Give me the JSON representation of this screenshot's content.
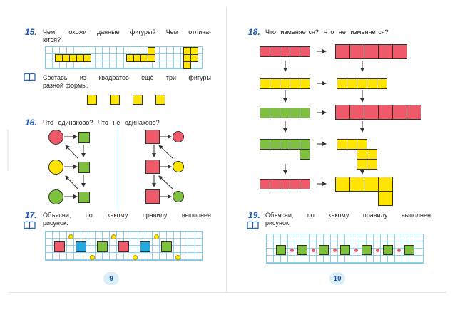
{
  "left": {
    "ex15": {
      "number": "15.",
      "text_line1": "Чем похожи данные фигуры? Чем отлича-",
      "text_line2": "ются?",
      "sub_line1": "Составь из квадратов ещё три фигуры",
      "sub_line2": "разной формы."
    },
    "ex16": {
      "number": "16.",
      "text": "Что одинаково? Что не одинаково?"
    },
    "ex17": {
      "number": "17.",
      "text_line1": "Объясни, по какому правилу выполнен",
      "text_line2": "рисунок."
    },
    "page_number": "9"
  },
  "right": {
    "ex18": {
      "number": "18.",
      "text": "Что изменяется? Что не изменяется?"
    },
    "ex19": {
      "number": "19.",
      "text_line1": "Объясни, по какому правилу выполнен",
      "text_line2": "рисунок."
    },
    "page_number": "10"
  },
  "icons": {
    "prev": "chevron-left-icon",
    "next": "chevron-right-icon",
    "book": "open-book-icon"
  },
  "colors": {
    "yellow": "#ffe500",
    "red": "#ef5a6b",
    "green": "#7dc13e",
    "blue": "#25a8e0",
    "grid": "#8fd0ec",
    "title": "#1a5bb5"
  }
}
